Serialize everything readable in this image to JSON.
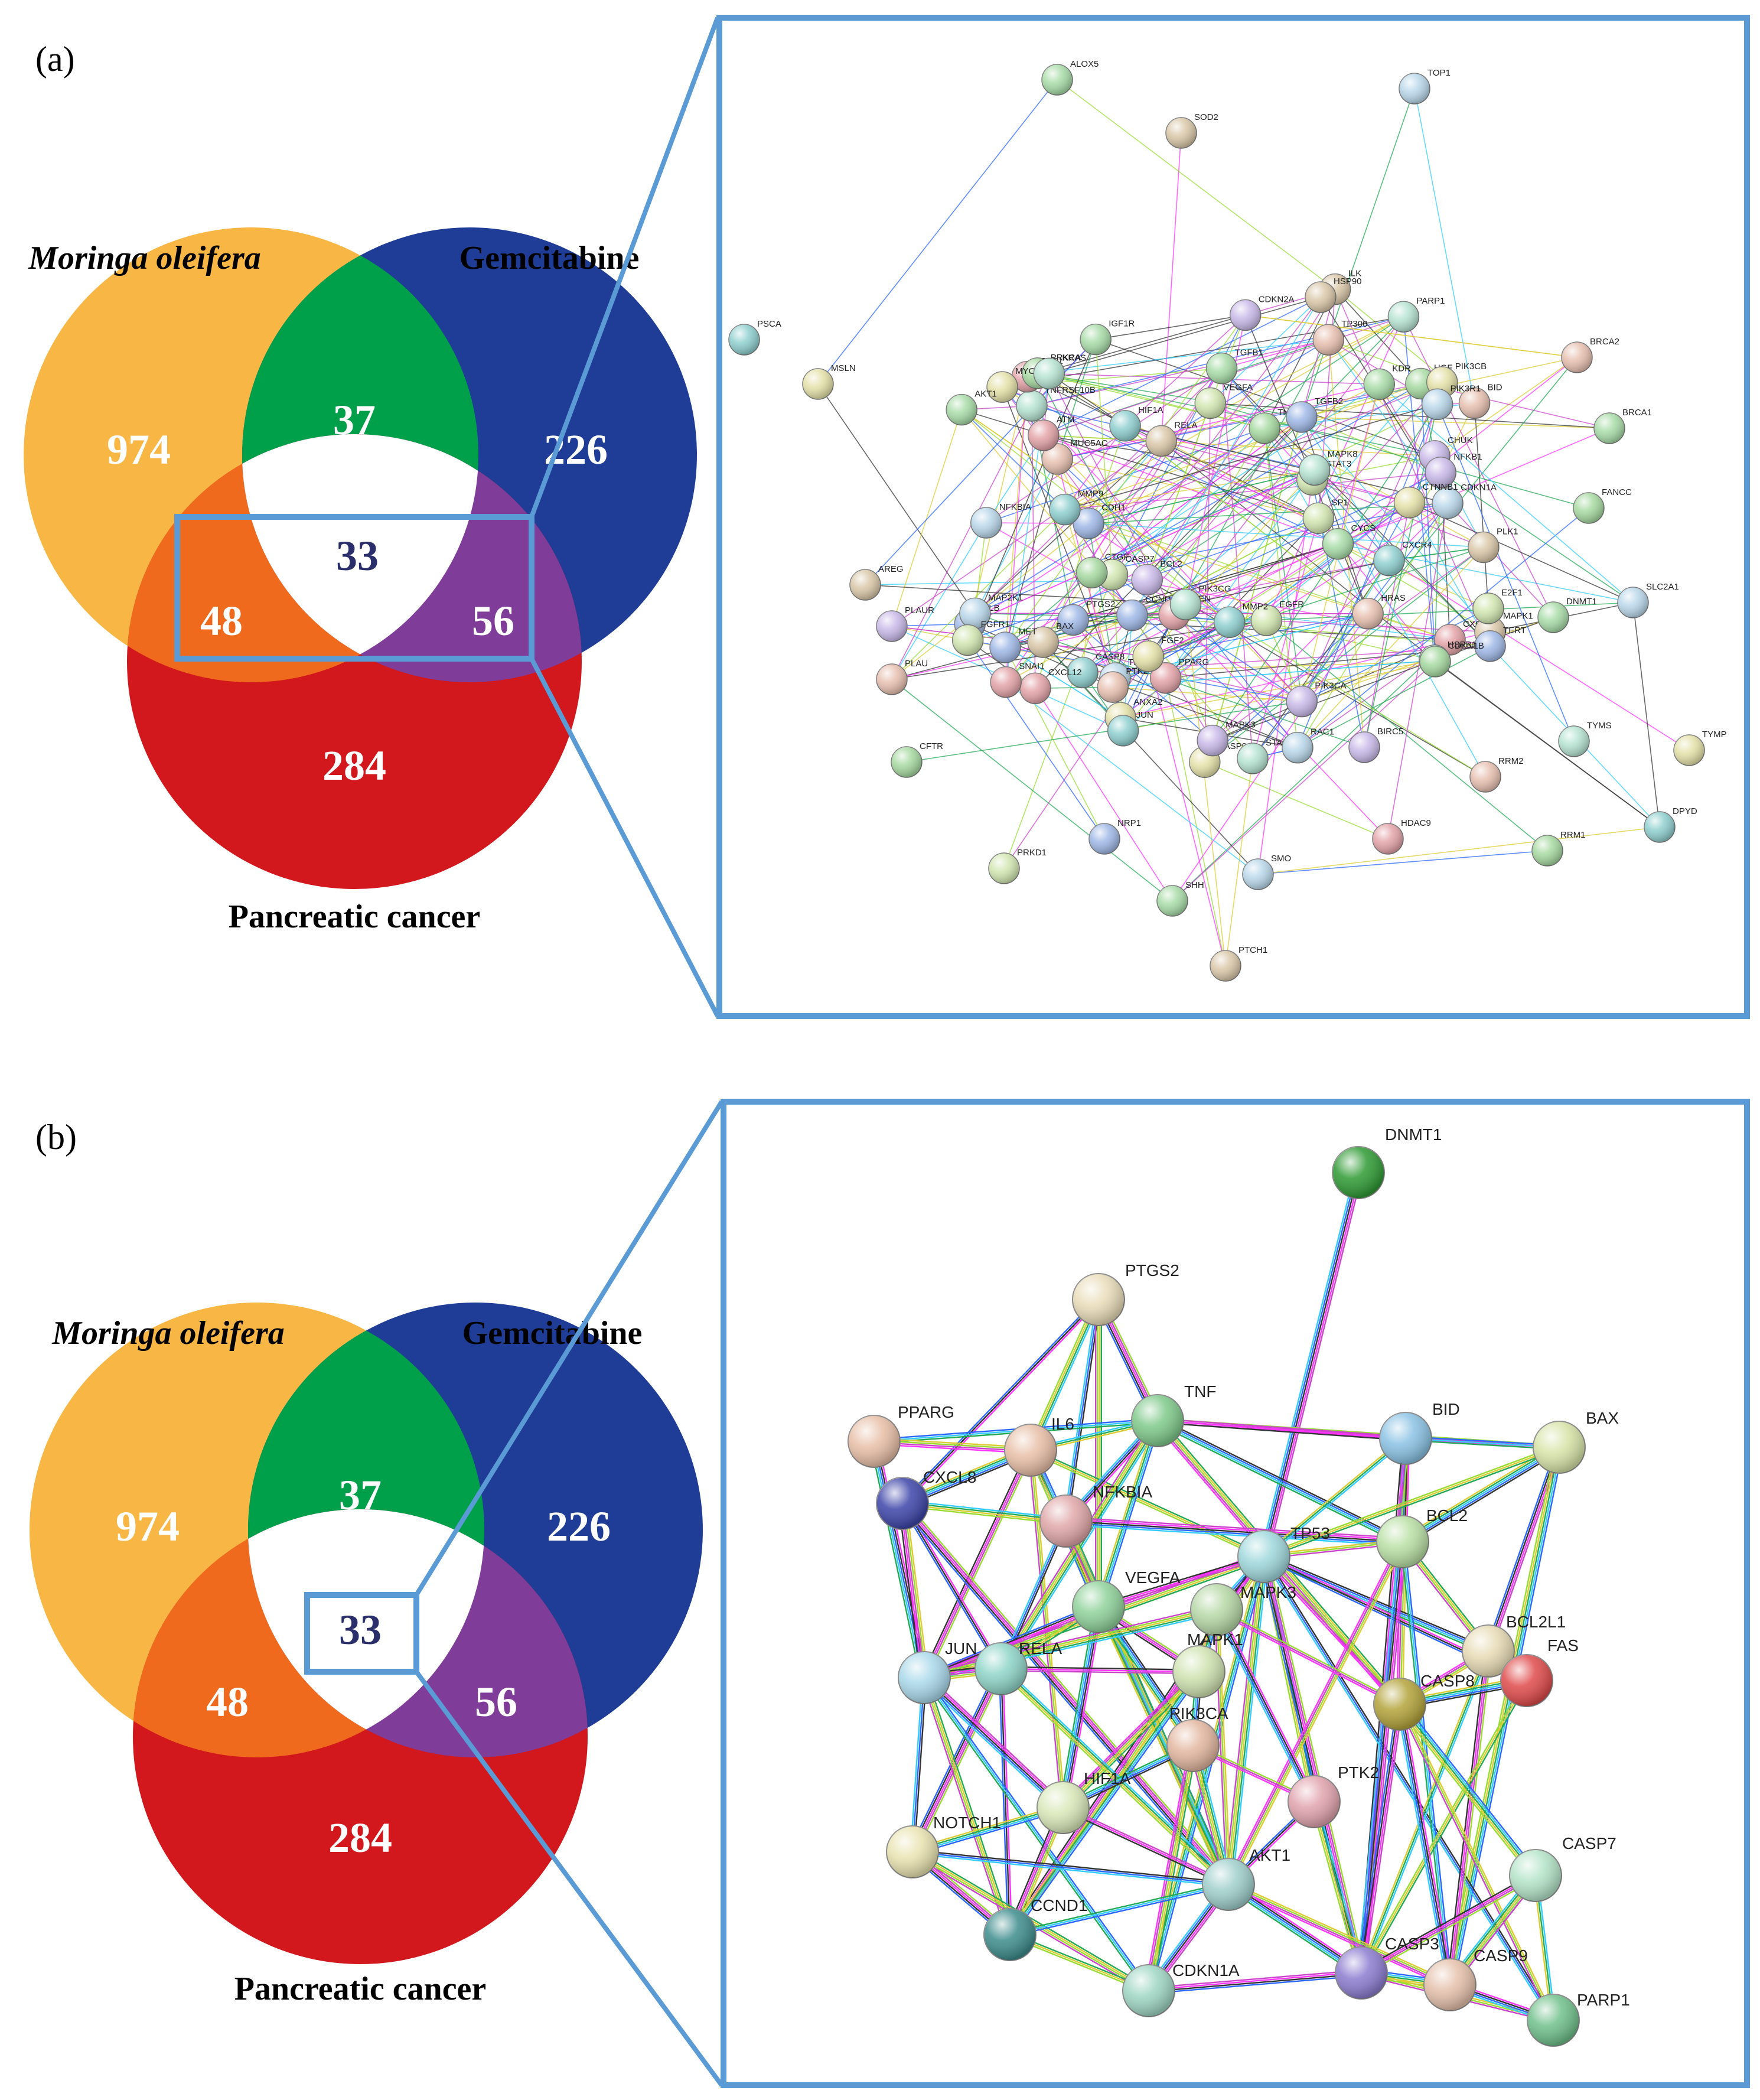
{
  "panel_a": {
    "label": "(a)",
    "venn": {
      "set1": "Moringa oleifera",
      "set2": "Gemcitabine",
      "set3": "Pancreatic cancer",
      "only1": "974",
      "only2": "226",
      "only3": "284",
      "n12": "37",
      "n13": "48",
      "n23": "56",
      "n123": "33"
    },
    "network_nodes": [
      "ALOX5",
      "TOP1",
      "SOD2",
      "CHUK",
      "MUC5AC",
      "TNFRSF10B",
      "CASP9",
      "PTGS2",
      "PPARG",
      "TNFSF10",
      "CASP8",
      "CASP7",
      "CYCS",
      "NFKBIA",
      "RELA",
      "NFKB1",
      "BID",
      "PARP1",
      "ANXA2",
      "TGFB2",
      "CXCL8",
      "CTGF",
      "PSCA",
      "STAT3",
      "TGFB1",
      "TNF",
      "BAX",
      "BCL2",
      "BRCA2",
      "HSPB1",
      "MSLN",
      "ALB",
      "RAF1",
      "PRKCA",
      "JUN",
      "SP1",
      "BRCA1",
      "MAP2K1",
      "MAPK1",
      "MAPK3",
      "TP300",
      "MAPK8",
      "MYC",
      "TERT",
      "ATM",
      "FANCC",
      "CXCR4",
      "VEGFA",
      "AKT1",
      "CDKN1A",
      "ILK",
      "PIK3CA",
      "PTK2",
      "STAT1",
      "CTNNB1",
      "CCND1",
      "CXCL12",
      "HGF",
      "HIF1A",
      "E2F1",
      "DNMT1",
      "SLC2A1",
      "AREG",
      "PLAUR",
      "HRAS",
      "KRAS",
      "PIK3CB",
      "CDH1",
      "PTEN",
      "CDKN1B",
      "MMP9",
      "EGFR",
      "IGF1R",
      "RAC1",
      "HSP90",
      "CDKN2A",
      "PLAU",
      "PIK3CG",
      "FGF2",
      "MET",
      "SNAI1",
      "CFTR",
      "MMP2",
      "FGFR1",
      "KDR",
      "PIK3R1",
      "PLK1",
      "BIRC5",
      "RRM2",
      "TYMS",
      "TYMP",
      "NRP1",
      "HDAC9",
      "RRM1",
      "DPYD",
      "PRKD1",
      "SHH",
      "SMO",
      "PTCH1"
    ]
  },
  "panel_b": {
    "label": "(b)",
    "venn": {
      "set1": "Moringa oleifera",
      "set2": "Gemcitabine",
      "set3": "Pancreatic cancer",
      "only1": "974",
      "only2": "226",
      "only3": "284",
      "n12": "37",
      "n13": "48",
      "n23": "56",
      "n123": "33"
    },
    "network_nodes": [
      {
        "id": "DNMT1",
        "color": "#2e9a33"
      },
      {
        "id": "PTGS2",
        "color": "#e9dcb8"
      },
      {
        "id": "PPARG",
        "color": "#e8bfa7"
      },
      {
        "id": "IL6",
        "color": "#e8bfa7"
      },
      {
        "id": "TNF",
        "color": "#7ec98a"
      },
      {
        "id": "CXCL8",
        "color": "#3d44a8"
      },
      {
        "id": "NFKBIA",
        "color": "#e0a6a8"
      },
      {
        "id": "BID",
        "color": "#8ac2e4"
      },
      {
        "id": "BAX",
        "color": "#d7e4a8"
      },
      {
        "id": "TP53",
        "color": "#9fd8dc"
      },
      {
        "id": "BCL2",
        "color": "#b9e0a4"
      },
      {
        "id": "VEGFA",
        "color": "#8fd29a"
      },
      {
        "id": "MAPK3",
        "color": "#b6d8a6"
      },
      {
        "id": "MAPK1",
        "color": "#cfe3b0"
      },
      {
        "id": "RELA",
        "color": "#8fd5c8"
      },
      {
        "id": "JUN",
        "color": "#a9d8ea"
      },
      {
        "id": "BCL2L1",
        "color": "#e7dbb4"
      },
      {
        "id": "FAS",
        "color": "#e04a4a"
      },
      {
        "id": "CASP8",
        "color": "#b3a33a"
      },
      {
        "id": "PIK3CA",
        "color": "#e3b7a0"
      },
      {
        "id": "HIF1A",
        "color": "#d8e8b8"
      },
      {
        "id": "PTK2",
        "color": "#e1a3ad"
      },
      {
        "id": "NOTCH1",
        "color": "#e9e3b0"
      },
      {
        "id": "AKT1",
        "color": "#9fcfcc"
      },
      {
        "id": "CASP7",
        "color": "#b4e4c8"
      },
      {
        "id": "CCND1",
        "color": "#3d8c8c"
      },
      {
        "id": "CDKN1A",
        "color": "#9ed6c4"
      },
      {
        "id": "CASP3",
        "color": "#8c7cd0"
      },
      {
        "id": "CASP9",
        "color": "#e5c0aa"
      },
      {
        "id": "PARP1",
        "color": "#6fc08a"
      }
    ]
  }
}
